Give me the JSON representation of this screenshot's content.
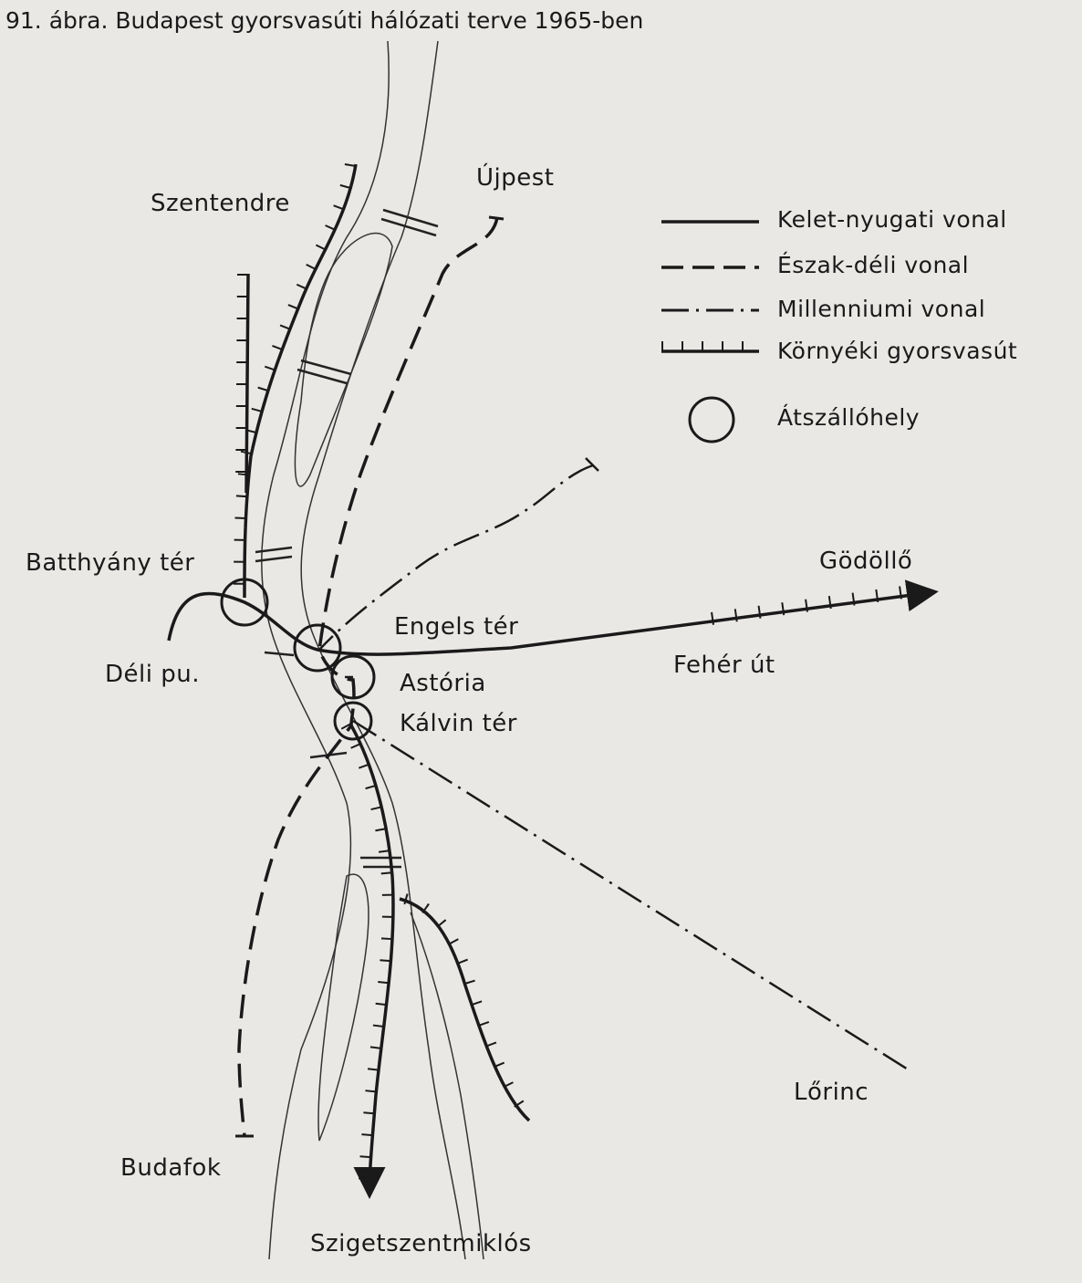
{
  "figure": {
    "title": "91. ábra. Budapest gyorsvasúti hálózati terve 1965-ben"
  },
  "places": {
    "szentendre": "Szentendre",
    "ujpest": "Újpest",
    "batthyany": "Batthyány tér",
    "deli": "Déli pu.",
    "engels": "Engels tér",
    "astoria": "Astória",
    "kalvin": "Kálvin tér",
    "godollo": "Gödöllő",
    "feher": "Fehér út",
    "lorinc": "Lőrinc",
    "budafok": "Budafok",
    "szigetszentmiklos": "Szigetszentmiklós"
  },
  "legend": [
    {
      "label": "Kelet-nyugati vonal",
      "style": "solid"
    },
    {
      "label": "Észak-déli vonal",
      "style": "dashed"
    },
    {
      "label": "Millenniumi vonal",
      "style": "dash-dot"
    },
    {
      "label": "Környéki gyorsvasút",
      "style": "ticked"
    },
    {
      "label": "Átszállóhely",
      "style": "circle"
    }
  ],
  "colors": {
    "ink": "#1a1a1a",
    "paper": "#e9e8e5"
  }
}
